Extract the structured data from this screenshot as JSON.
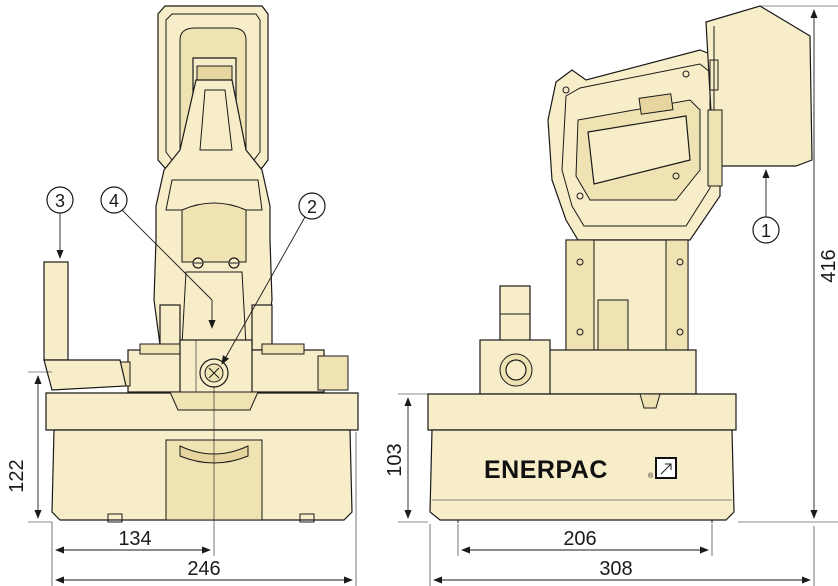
{
  "dimensions": {
    "front_base_height": "122",
    "front_center_offset": "134",
    "front_width": "246",
    "side_base_height": "103",
    "side_foot_span": "206",
    "side_width": "308",
    "overall_height": "416"
  },
  "callouts": [
    "1",
    "2",
    "3",
    "4"
  ],
  "brand": {
    "logo_text": "ENERPAC",
    "logo_mark": "®",
    "logo_icon": "pump-icon"
  },
  "colors": {
    "body": "#f7edc9",
    "outline": "#1a1a1a"
  }
}
